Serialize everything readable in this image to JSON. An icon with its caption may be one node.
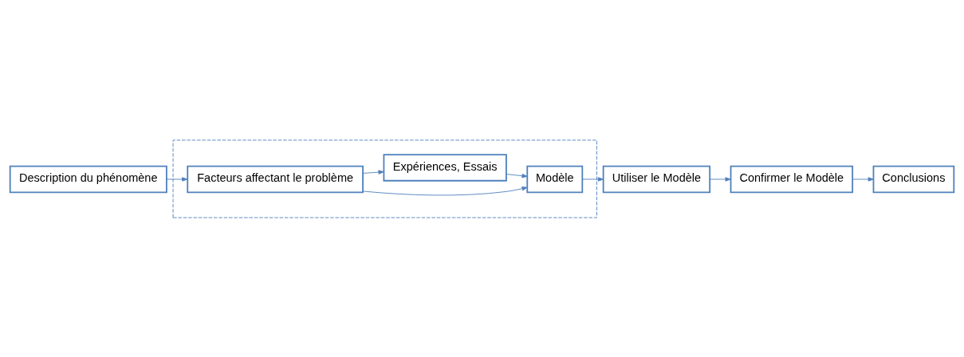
{
  "diagram": {
    "nodes": [
      {
        "text": [
          "Description du phénomène"
        ]
      },
      {
        "text": [],
        "shape": "box"
      },
      {
        "text": [
          "Facteurs affectant le problème"
        ],
        "in": 1
      },
      {
        "text": [
          "Modèle"
        ],
        "in": 1
      },
      {
        "text": [
          "Expériences, Essais"
        ],
        "in": 1
      },
      {
        "text": [
          "Utiliser le Modèle"
        ]
      },
      {
        "text": [
          "Confirmer le Modèle"
        ]
      },
      {
        "text": [
          "Conclusions"
        ]
      }
    ],
    "edges": [
      {
        "from": 0,
        "to": 2,
        "arrow": "to"
      },
      {
        "from": 2,
        "to": 3,
        "arrow": "to"
      },
      {
        "from": 2,
        "to": 4,
        "arrow": "to"
      },
      {
        "from": 4,
        "to": 3,
        "arrow": "to"
      },
      {
        "from": 3,
        "to": 5,
        "arrow": "to"
      },
      {
        "from": 5,
        "to": 6,
        "arrow": "to"
      },
      {
        "from": 6,
        "to": 7,
        "arrow": "to"
      }
    ]
  }
}
